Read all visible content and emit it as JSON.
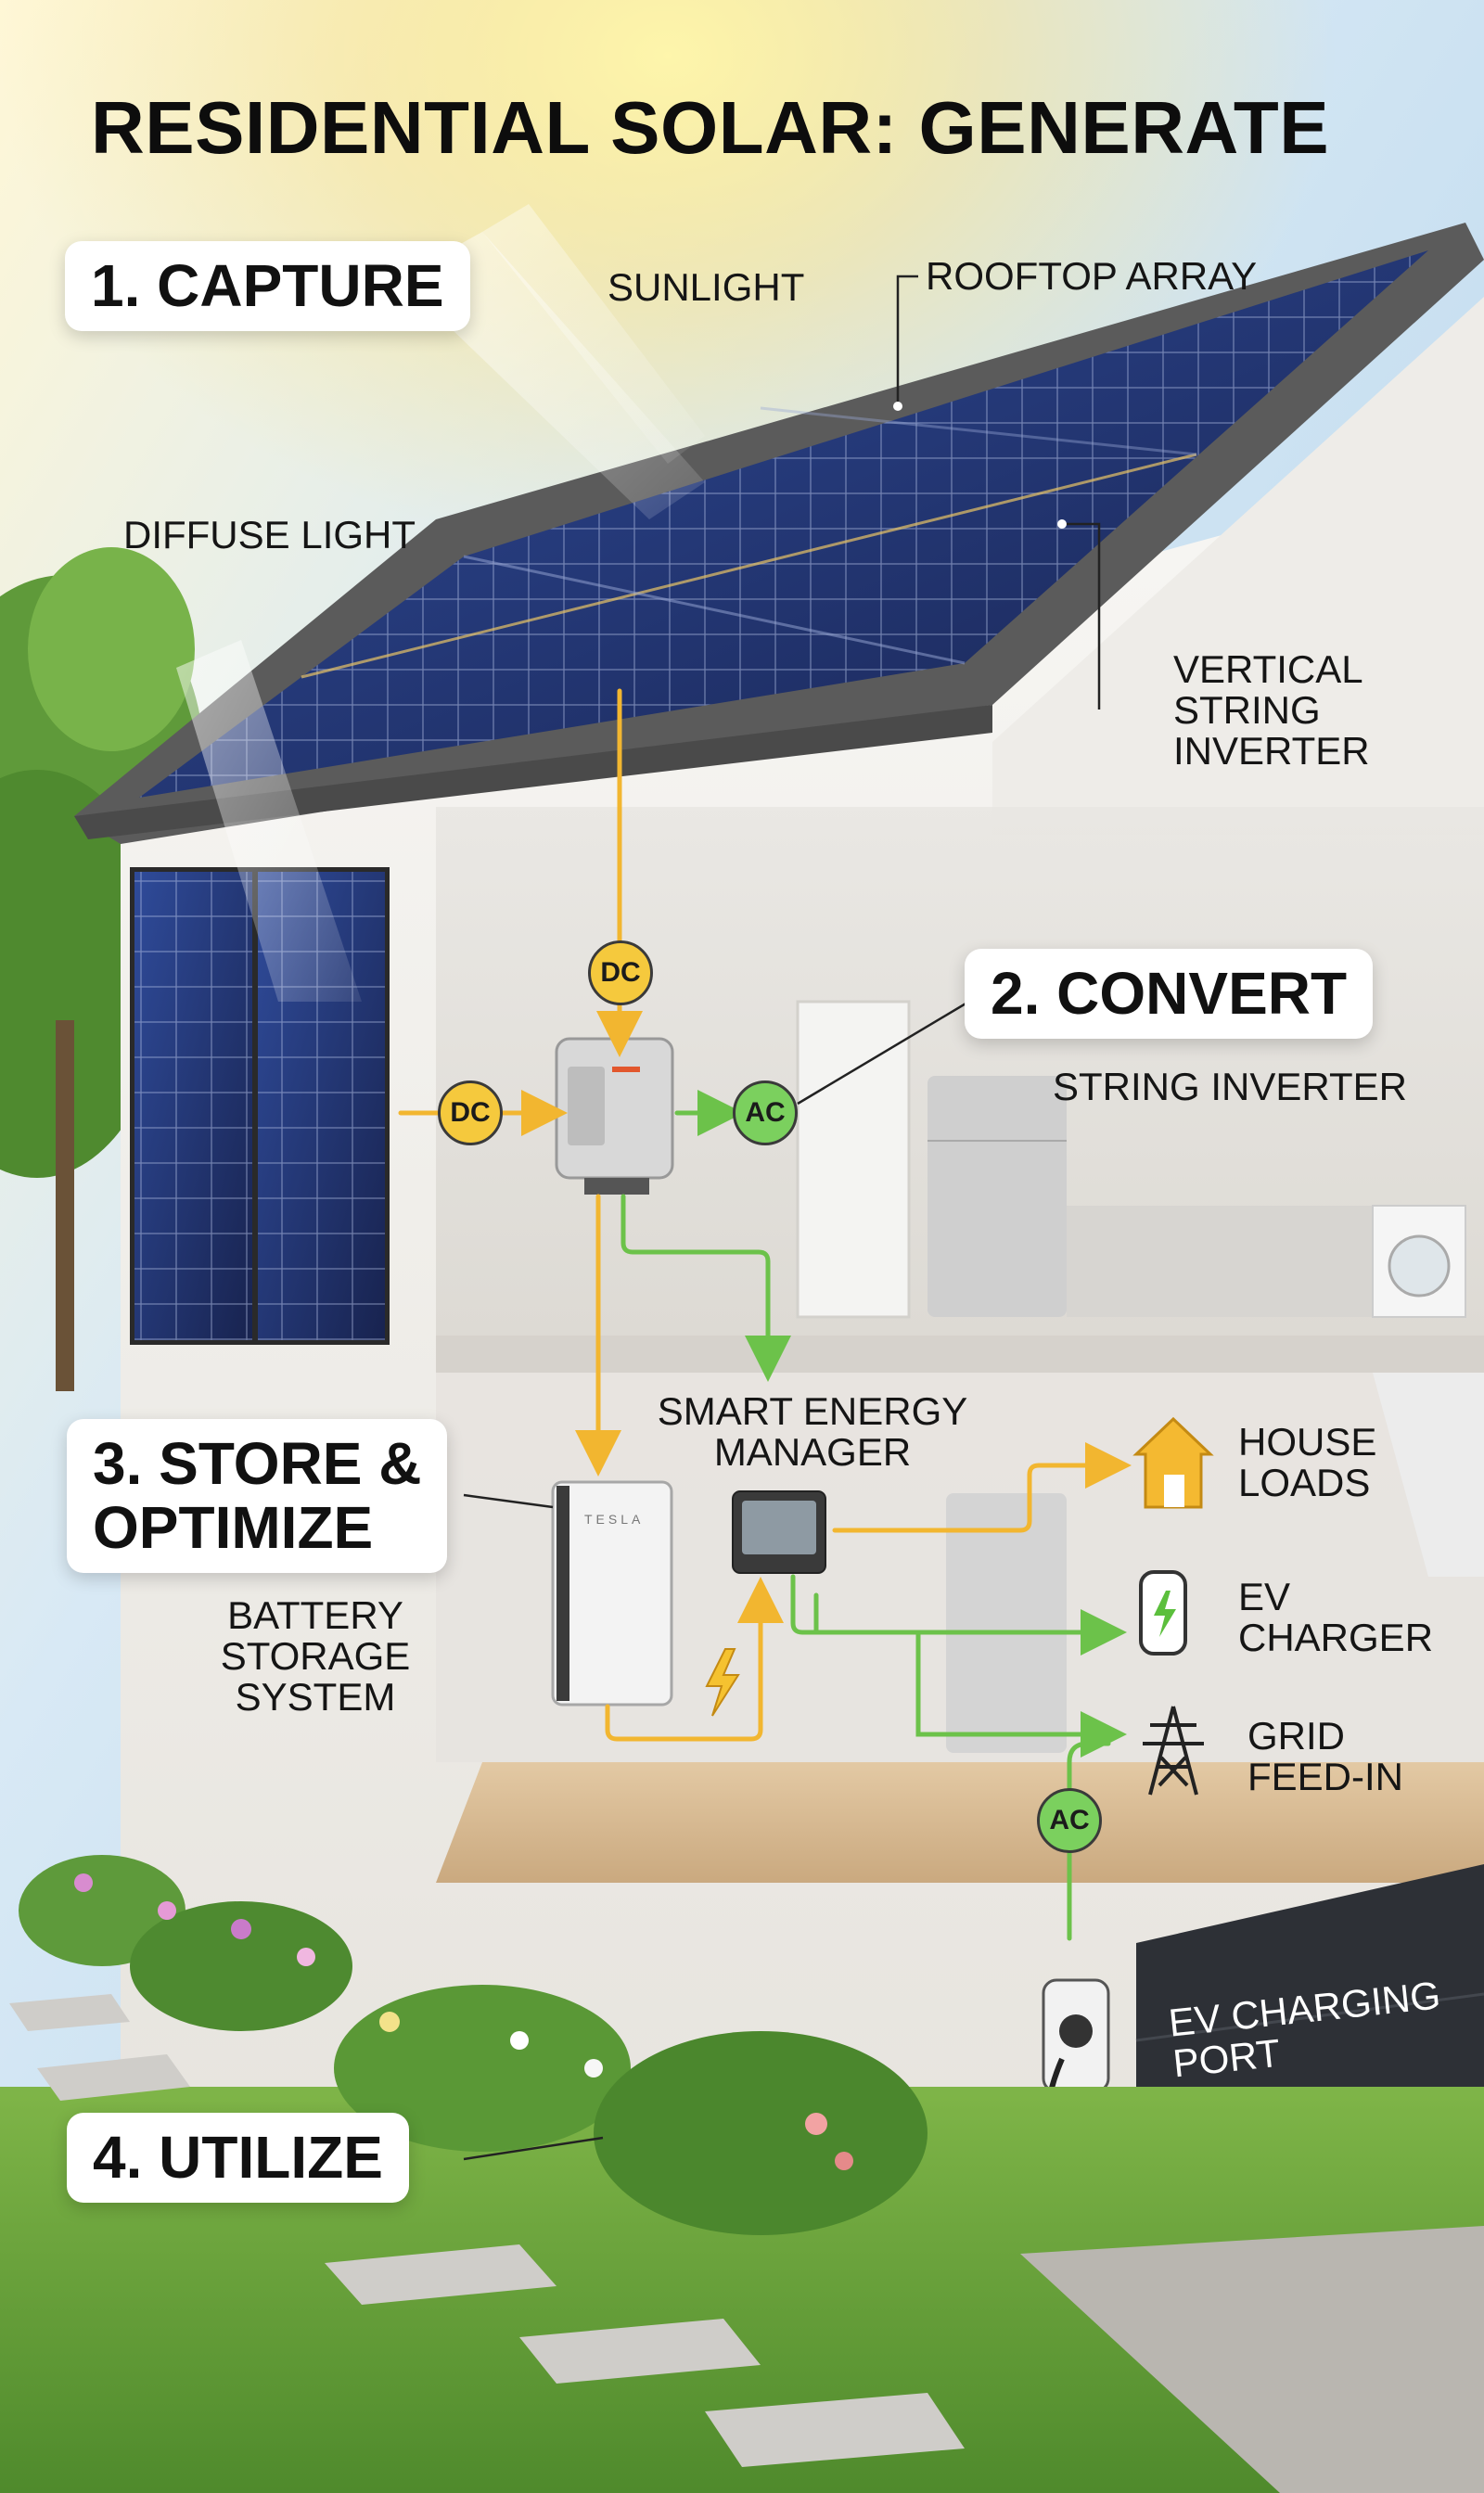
{
  "title": "RESIDENTIAL SOLAR: GENERATE",
  "steps": {
    "capture": "1. CAPTURE",
    "convert": "2. CONVERT",
    "store": "3. STORE &\nOPTIMIZE",
    "utilize": "4. UTILIZE"
  },
  "labels": {
    "sunlight": "SUNLIGHT",
    "rooftop_array": "ROOFTOP ARRAY",
    "diffuse_light": "DIFFUSE LIGHT",
    "vertical_string_inverter": "VERTICAL\nSTRING\nINVERTER",
    "string_inverter": "STRING INVERTER",
    "smart_energy_manager": "SMART ENERGY\nMANAGER",
    "battery_storage_system": "BATTERY\nSTORAGE\nSYSTEM",
    "house_loads": "HOUSE\nLOADS",
    "ev_charger": "EV\nCHARGER",
    "grid_feed_in": "GRID\nFEED-IN",
    "ev_charging_port": "EV CHARGING\nPORT"
  },
  "badges": {
    "dc_roof": "DC",
    "dc_wall": "DC",
    "ac_inverter": "AC",
    "ac_garage": "AC"
  },
  "device_text": {
    "battery_brand": "TESLA"
  },
  "icons": {
    "house_loads": "house-icon",
    "ev_charger": "ev-charger-icon",
    "grid_feed_in": "transmission-tower-icon",
    "battery_flow": "lightning-bolt-icon"
  },
  "colors": {
    "dc_flow": "#f2b630",
    "ac_flow": "#6cc24a",
    "dc_badge": "#f5c93d",
    "ac_badge": "#7bd05e",
    "panel": "#1f2d62",
    "wall": "#f2f0ec",
    "sky": "#bcd9ee"
  }
}
